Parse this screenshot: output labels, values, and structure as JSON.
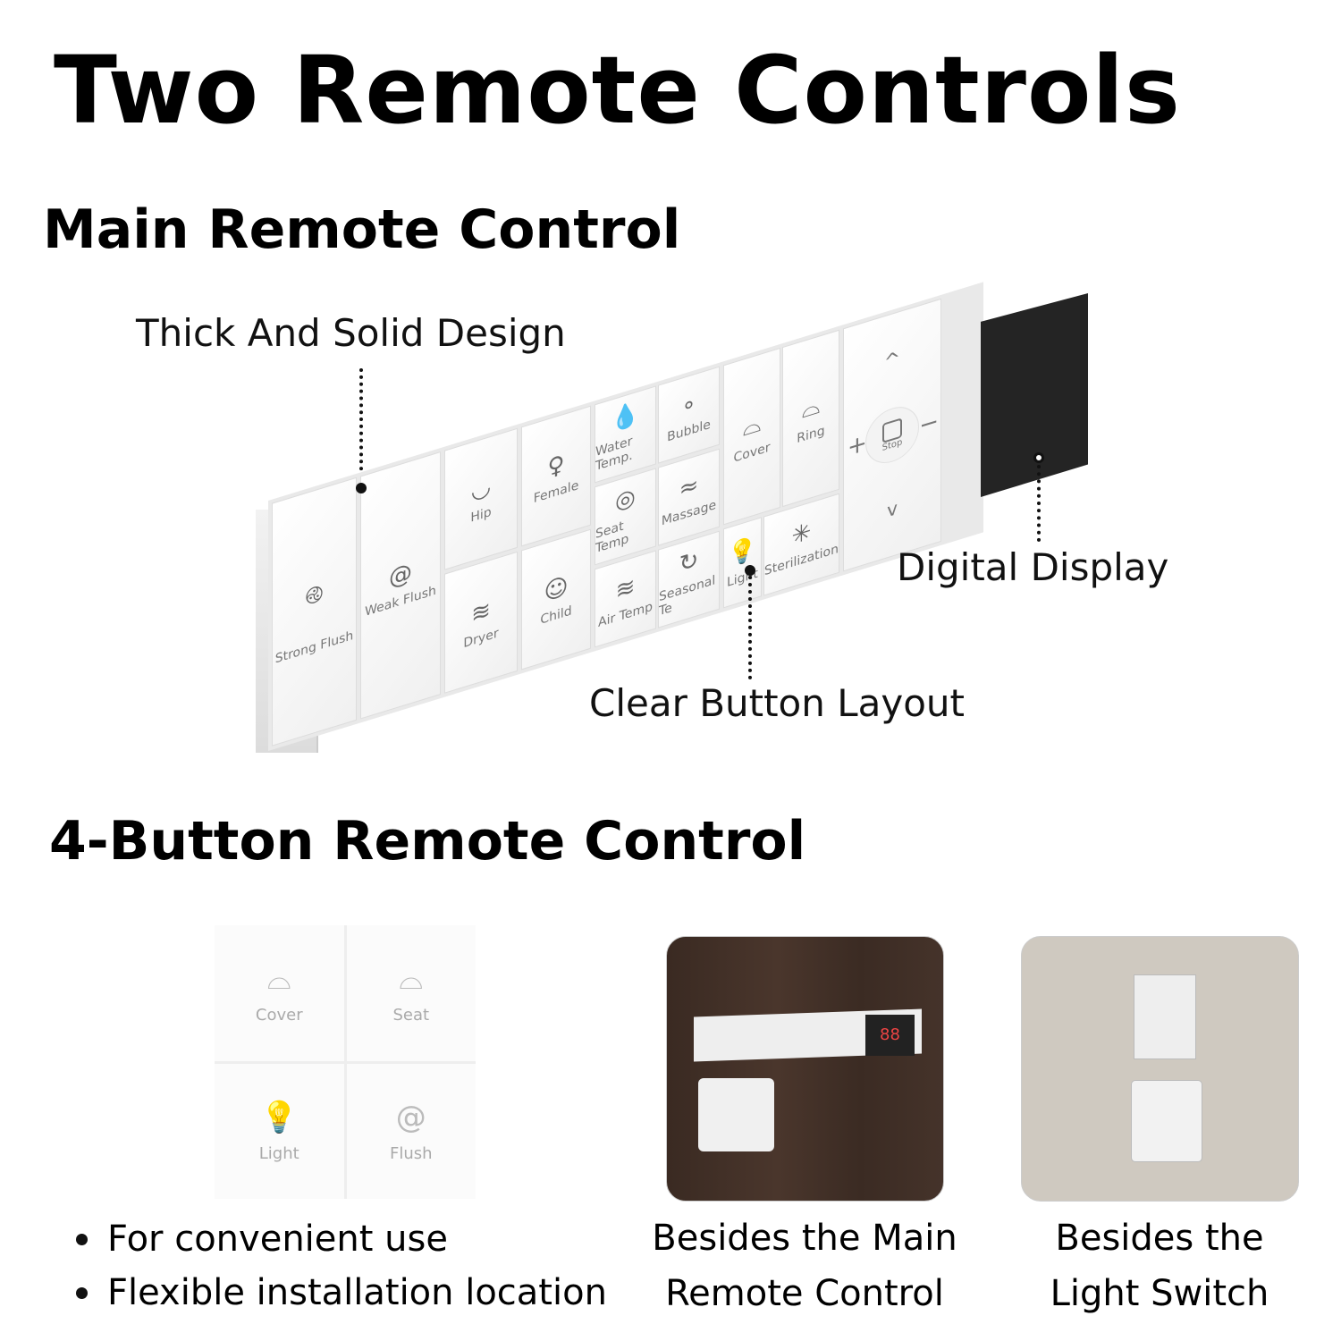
{
  "title": "Two Remote Controls",
  "main_section": {
    "heading": "Main Remote Control",
    "callouts": {
      "design": "Thick And Solid Design",
      "display": "Digital Display",
      "layout": "Clear Button Layout"
    },
    "buttons": {
      "strong_flush": "Strong Flush",
      "weak_flush": "Weak Flush",
      "hip": "Hip",
      "dryer": "Dryer",
      "female": "Female",
      "child": "Child",
      "water_temp": "Water Temp.",
      "bubble": "Bubble",
      "seat_temp": "Seat Temp",
      "massage": "Massage",
      "air_temp": "Air Temp",
      "seasonal": "Seasonal Te",
      "cover": "Cover",
      "ring": "Ring",
      "light": "Light",
      "sterilization": "Sterilization",
      "plus": "+",
      "minus": "−",
      "up": "^",
      "down": "v",
      "stop": "Stop"
    }
  },
  "four_section": {
    "heading": "4-Button Remote Control",
    "buttons": {
      "cover": "Cover",
      "seat": "Seat",
      "light": "Light",
      "flush": "Flush"
    },
    "bullets": [
      "For convenient use",
      "Flexible installation location"
    ],
    "captions": [
      {
        "line1": "Besides the Main",
        "line2": "Remote Control"
      },
      {
        "line1": "Besides the",
        "line2": "Light Switch"
      }
    ]
  },
  "display_digits": "88"
}
